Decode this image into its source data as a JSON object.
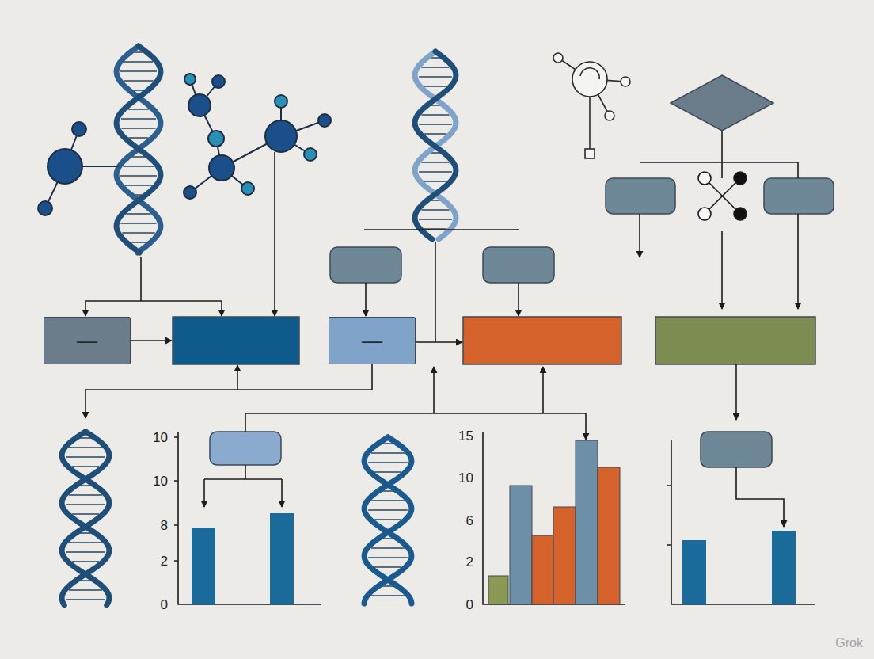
{
  "diagram": {
    "nodes": [
      {
        "text": [
          "—"
        ]
      },
      {
        "text": [
          "—"
        ]
      }
    ],
    "labels": [
      "10",
      "10",
      "8",
      "2",
      "0",
      "15",
      "10",
      "6",
      "2",
      "0",
      "Grok"
    ]
  }
}
